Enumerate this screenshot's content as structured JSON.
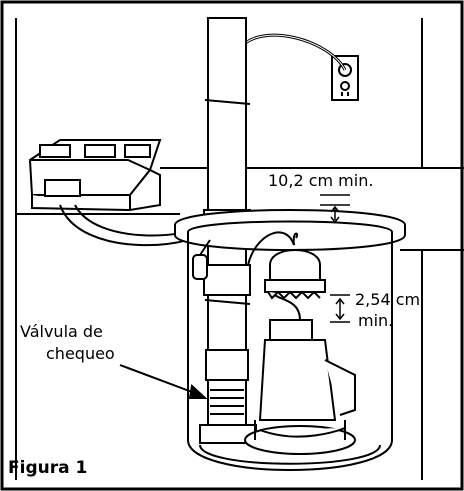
{
  "figure": {
    "title": "Figura 1",
    "labels": {
      "top_clearance": "10,2 cm min.",
      "float_clearance_line1": "2,54 cm",
      "float_clearance_line2": "min.",
      "check_valve_line1": "Válvula de",
      "check_valve_line2": "chequeo"
    }
  },
  "colors": {
    "line": "#000000",
    "background": "#ffffff",
    "fill_light": "#f2f2f2"
  }
}
